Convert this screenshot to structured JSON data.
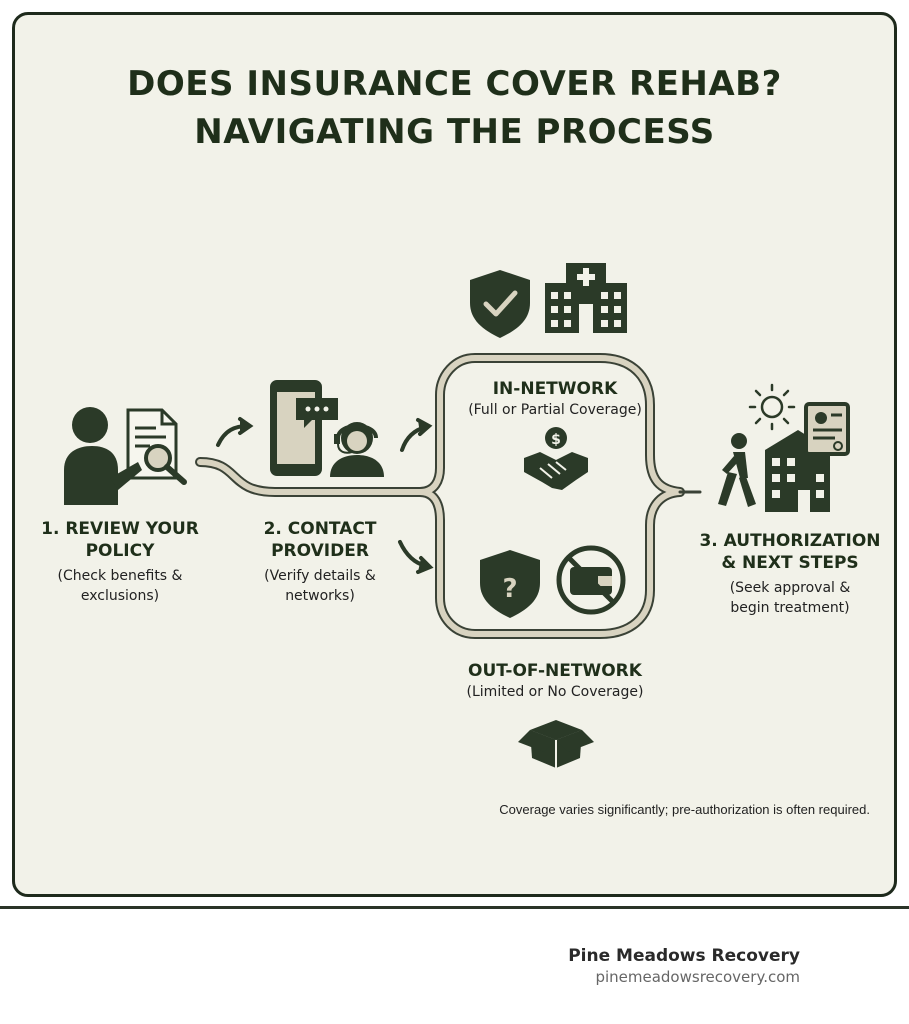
{
  "title": {
    "line1": "DOES INSURANCE COVER REHAB?",
    "line2": "NAVIGATING THE PROCESS"
  },
  "steps": [
    {
      "heading_line1": "1. REVIEW YOUR",
      "heading_line2": "POLICY",
      "detail_line1": "(Check benefits &",
      "detail_line2": "exclusions)"
    },
    {
      "heading_line1": "2. CONTACT",
      "heading_line2": "PROVIDER",
      "detail_line1": "(Verify details &",
      "detail_line2": "networks)"
    },
    {
      "heading_line1": "3. AUTHORIZATION",
      "heading_line2": "& NEXT STEPS",
      "detail_line1": "(Seek approval &",
      "detail_line2": "begin treatment)"
    }
  ],
  "branches": {
    "in_network": {
      "heading": "IN-NETWORK",
      "detail": "(Full or Partial Coverage)"
    },
    "out_network": {
      "heading": "OUT-OF-NETWORK",
      "detail": "(Limited or No Coverage)"
    }
  },
  "note": "Coverage varies significantly; pre-authorization is often required.",
  "footer": {
    "brand": "Pine Meadows Recovery",
    "url": "pinemeadowsrecovery.com"
  },
  "icons": [
    "person-document-search-icon",
    "arrow-icon",
    "smartphone-chat-icon",
    "headset-agent-icon",
    "shield-check-icon",
    "hospital-icon",
    "dollar-coin-icon",
    "handshake-icon",
    "shield-question-icon",
    "no-wallet-icon",
    "open-box-icon",
    "sun-icon",
    "walking-person-icon",
    "building-icon",
    "certificate-icon"
  ],
  "colors": {
    "background": "#f2f2e9",
    "icon_dark": "#2b3a28",
    "path_fill": "#d8d3c0",
    "path_outline": "#3a4236",
    "title": "#1f2f1a"
  }
}
